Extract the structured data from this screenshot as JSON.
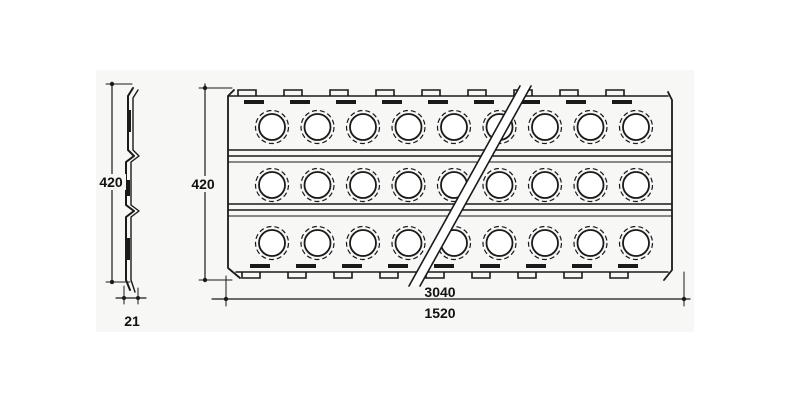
{
  "drawing": {
    "dimensions": {
      "section_height": "420",
      "panel_height": "420",
      "section_depth": "21",
      "length_primary": "3040",
      "length_secondary": "1520"
    },
    "panel": {
      "rows": 3,
      "holes_per_row": 9,
      "slot_teeth_per_edge": 9,
      "break_line": true
    },
    "colors": {
      "ink": "#1a1a1a",
      "background": "#ffffff"
    }
  }
}
